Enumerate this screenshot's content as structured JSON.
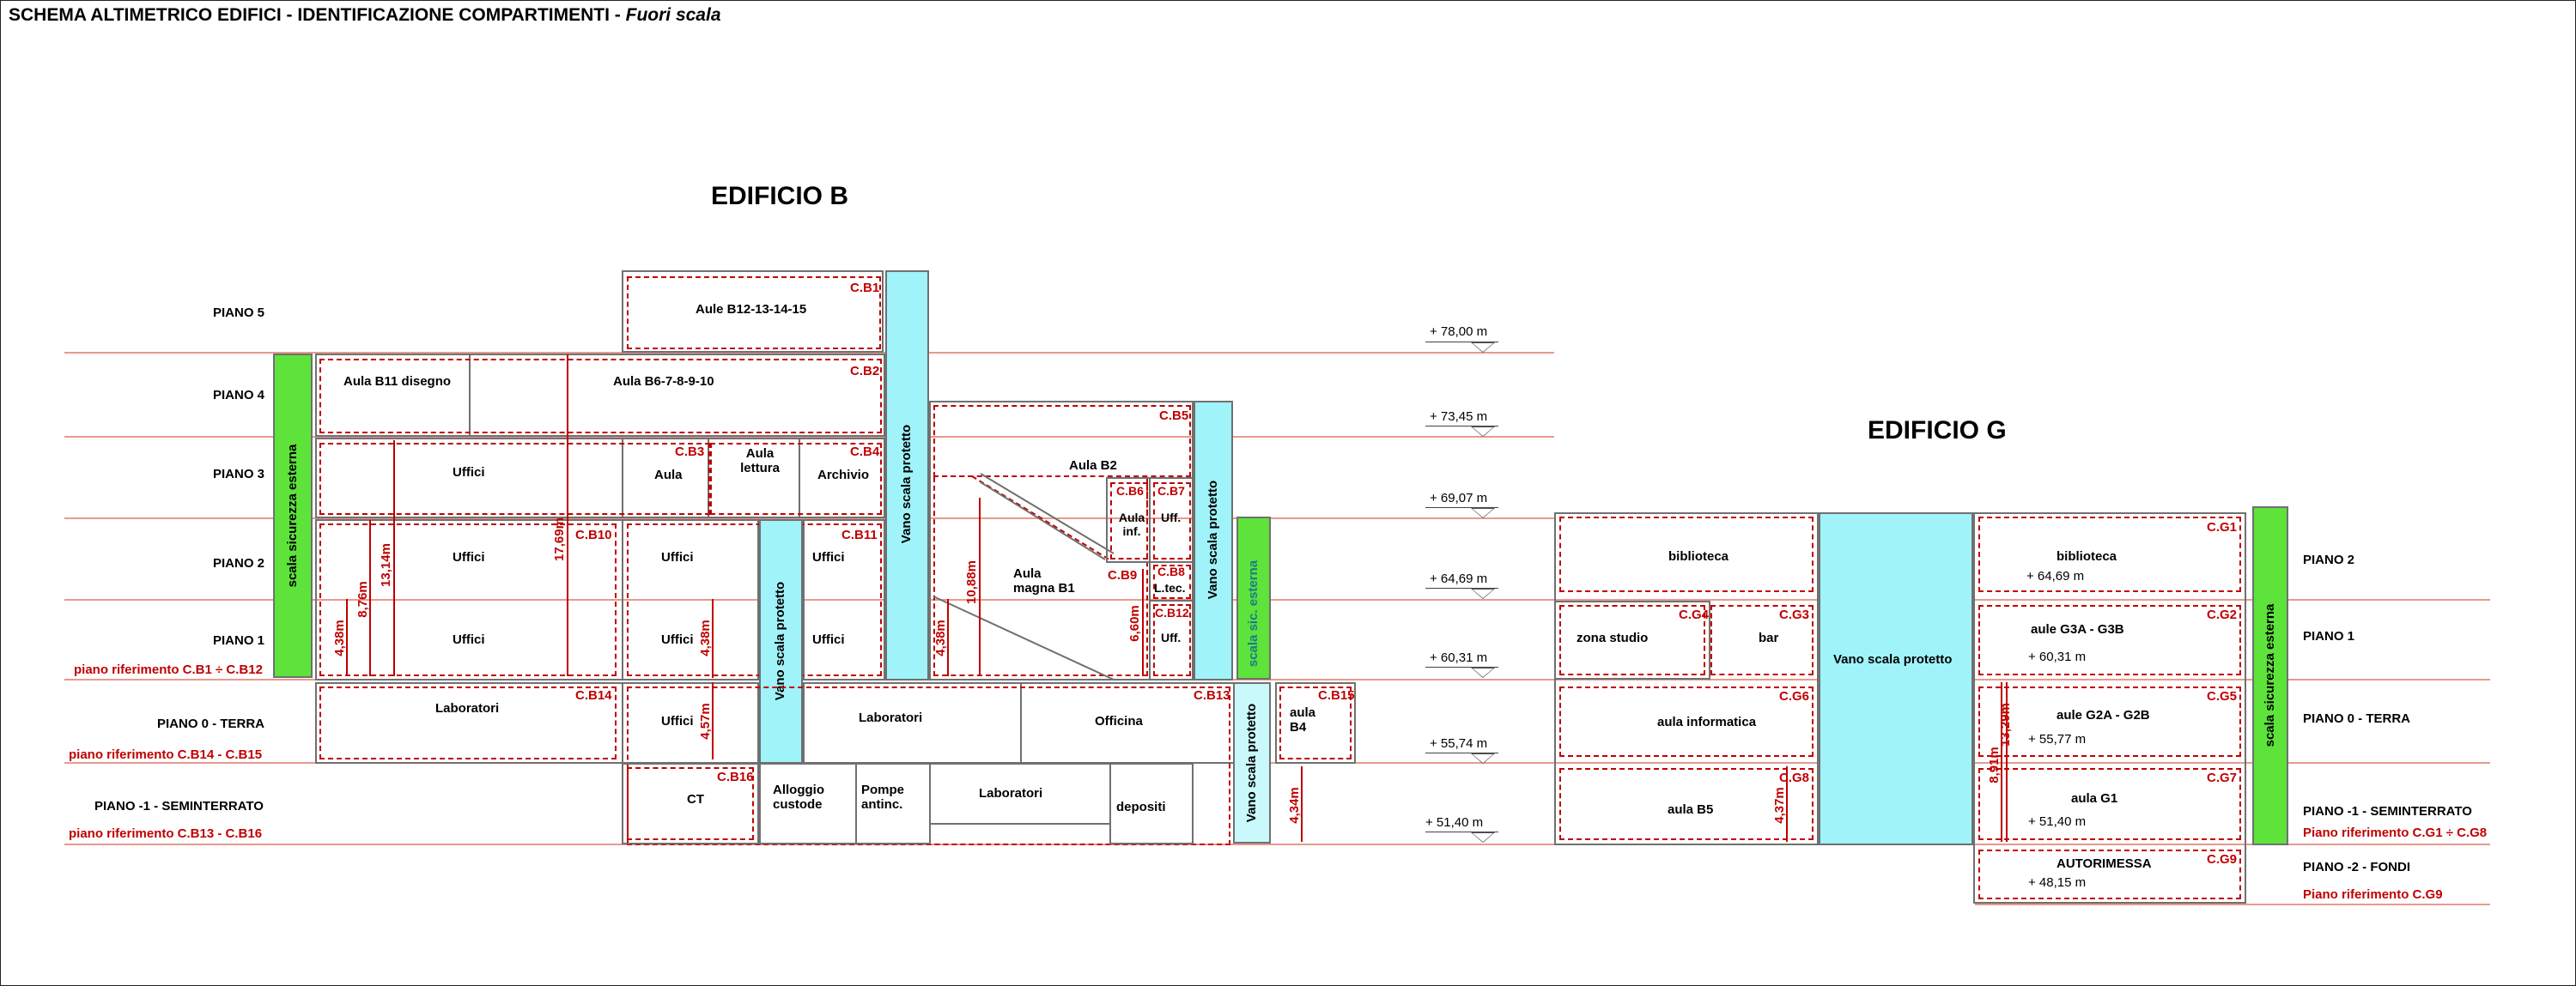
{
  "header": {
    "title": "SCHEMA ALTIMETRICO EDIFICI - IDENTIFICAZIONE COMPARTIMENTI - ",
    "title_italic": "Fuori scala"
  },
  "buildings": {
    "b": "EDIFICIO B",
    "g": "EDIFICIO G"
  },
  "floors_b": {
    "p5": "PIANO 5",
    "p4": "PIANO 4",
    "p3": "PIANO 3",
    "p2": "PIANO 2",
    "p1": "PIANO 1",
    "p1_ref": "piano riferimento C.B1 ÷ C.B12",
    "p0": "PIANO 0 - TERRA",
    "p0_ref": "piano riferimento C.B14 - C.B15",
    "pm1": "PIANO -1 -  SEMINTERRATO",
    "pm1_ref": "piano riferimento C.B13 - C.B16"
  },
  "floors_g": {
    "p2": "PIANO 2",
    "p1": "PIANO 1",
    "p0": "PIANO 0 - TERRA",
    "pm1": "PIANO -1 -  SEMINTERRATO",
    "pm1_ref": "Piano riferimento C.G1 ÷ C.G8",
    "pm2": "PIANO -2 - FONDI",
    "pm2_ref": "Piano riferimento C.G9"
  },
  "levels": {
    "l78": "+ 78,00 m",
    "l73": "+ 73,45 m",
    "l69": "+ 69,07 m",
    "l64": "+ 64,69 m",
    "l60": "+ 60,31 m",
    "l55": "+ 55,74 m",
    "l51": "+ 51,40 m"
  },
  "levels_g": {
    "l64": "+ 64,69 m",
    "l60": "+ 60,31 m",
    "l55": "+ 55,77 m",
    "l51": "+ 51,40 m",
    "l48": "+ 48,15 m"
  },
  "rooms_b": {
    "aule_b12": "Aule B12-13-14-15",
    "aula_b11": "Aula B11 disegno",
    "aula_b6": "Aula B6-7-8-9-10",
    "uffici": "Uffici",
    "aula": "Aula",
    "aula_lettura": "Aula lettura",
    "archivio": "Archivio",
    "aula_b2": "Aula B2",
    "aula_inf": "Aula inf.",
    "uff": "Uff.",
    "ltec": "L.tec.",
    "aula_magna": "Aula magna B1",
    "laboratori": "Laboratori",
    "officina": "Officina",
    "aula_b4": "aula B4",
    "ct": "CT",
    "alloggio": "Alloggio custode",
    "pompe": "Pompe antinc.",
    "depositi": "depositi"
  },
  "rooms_g": {
    "biblioteca": "biblioteca",
    "zona_studio": "zona studio",
    "bar": "bar",
    "aula_inf": "aula informatica",
    "aula_b5": "aula B5",
    "aule_g3": "aule G3A - G3B",
    "aule_g2": "aule G2A - G2B",
    "aula_g1": "aula G1",
    "autorimessa": "AUTORIMESSA"
  },
  "comp": {
    "b1": "C.B1",
    "b2": "C.B2",
    "b3": "C.B3",
    "b4": "C.B4",
    "b5": "C.B5",
    "b6": "C.B6",
    "b7": "C.B7",
    "b8": "C.B8",
    "b9": "C.B9",
    "b10": "C.B10",
    "b11": "C.B11",
    "b12": "C.B12",
    "b13": "C.B13",
    "b14": "C.B14",
    "b15": "C.B15",
    "b16": "C.B16",
    "g1": "C.G1",
    "g2": "C.G2",
    "g3": "C.G3",
    "g4": "C.G4",
    "g5": "C.G5",
    "g6": "C.G6",
    "g7": "C.G7",
    "g8": "C.G8",
    "g9": "C.G9"
  },
  "stairs": {
    "ss_esterna": "scala sicurezza esterna",
    "vano": "Vano scala protetto",
    "ssic": "scala sic. esterna"
  },
  "dims": {
    "d438a": "4,38m",
    "d876": "8,76m",
    "d1314": "13,14m",
    "d1769": "17,69m",
    "d438b": "4,38m",
    "d457": "4,57m",
    "d438c": "4,38m",
    "d1088": "10,88m",
    "d660": "6,60m",
    "d434": "4,34m",
    "d437": "4,37m",
    "d1329": "13,29m",
    "d891": "8,91m"
  },
  "colors": {
    "stair": "#9ff3f9",
    "safety": "#5de33a",
    "compartment": "#c00000"
  }
}
